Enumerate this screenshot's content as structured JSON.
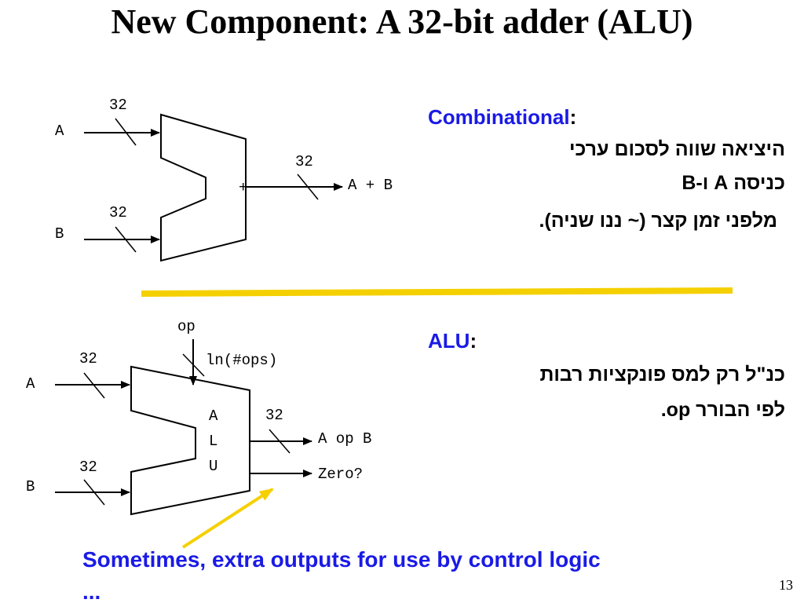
{
  "slide": {
    "title": "New Component: A 32-bit adder (ALU)",
    "page_number": "13"
  },
  "colors": {
    "accent_blue": "#1a1ae6",
    "divider_yellow": "#f5d000",
    "arrow_yellow": "#f5d000"
  },
  "adder_diagram": {
    "input_a_label": "A",
    "input_b_label": "B",
    "input_a_width": "32",
    "input_b_width": "32",
    "output_width": "32",
    "operator_symbol": "+",
    "output_label": "A + B"
  },
  "combinational_text": {
    "heading_word": "Combinational",
    "heading_colon": ":",
    "line1": "היציאה שווה לסכום ערכי",
    "line2": "כניסה A ו-B",
    "line3": "מלפני זמן קצר (~ ננו שניה)."
  },
  "alu_diagram": {
    "input_a_label": "A",
    "input_b_label": "B",
    "input_a_width": "32",
    "input_b_width": "32",
    "output_width": "32",
    "control_label": "op",
    "control_width": "ln(#ops)",
    "body_label_1": "A",
    "body_label_2": "L",
    "body_label_3": "U",
    "output_label": "A op B",
    "zero_label": "Zero?"
  },
  "alu_text": {
    "heading_word": "ALU",
    "heading_colon": ":",
    "line1": "כנ\"ל רק למס פונקציות רבות",
    "line2": "לפי הבורר op."
  },
  "bottom_note": {
    "text": "Sometimes, extra outputs for use by control logic",
    "continuation": "..."
  }
}
